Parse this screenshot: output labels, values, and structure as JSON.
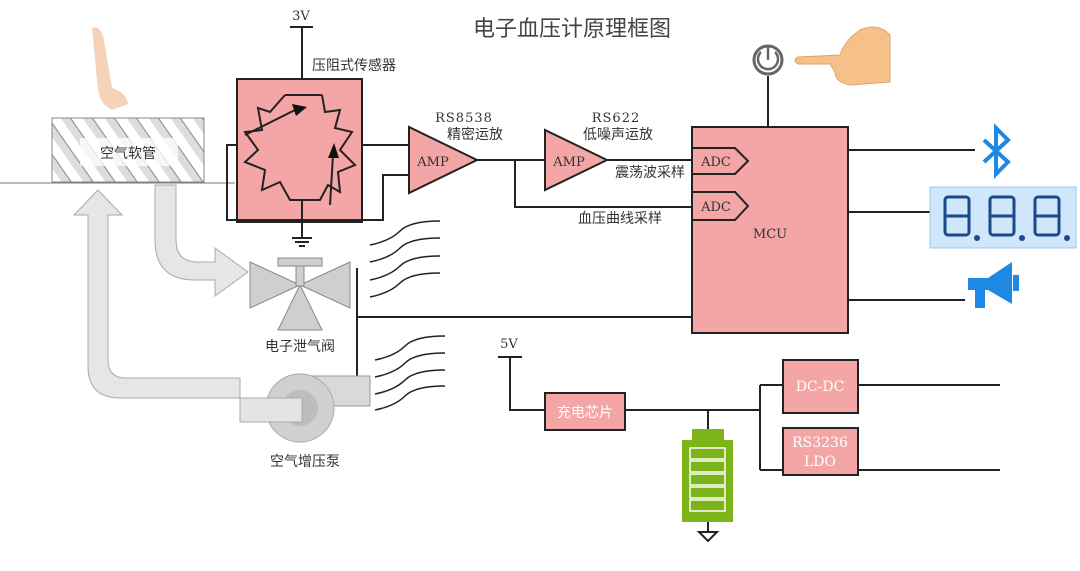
{
  "title": "电子血压计原理框图",
  "labels": {
    "v3": "3V",
    "sensor": "压阻式传感器",
    "amp1_part": "RS8538",
    "amp1_desc": "精密运放",
    "amp2_part": "RS622",
    "amp2_desc": "低噪声运放",
    "amp": "AMP",
    "adc": "ADC",
    "osc_sample": "震荡波采样",
    "curve_sample": "血压曲线采样",
    "mcu": "MCU",
    "hose": "空气软管",
    "valve": "电子泄气阀",
    "pump": "空气增压泵",
    "v5": "5V",
    "charger": "充电芯片",
    "dcdc": "DC-DC",
    "ldo_part": "RS3236",
    "ldo": "LDO"
  },
  "icons": [
    "arm-icon",
    "power-button-icon",
    "pointing-hand-icon",
    "bluetooth-icon",
    "seven-segment-display-icon",
    "megaphone-icon",
    "battery-icon",
    "ground-icon"
  ],
  "colors": {
    "block": "#f4a5a5",
    "bluetooth": "#1e88e5",
    "battery": "#7cb518",
    "display": "#cfe6fb",
    "arrow": "#e2e2e2"
  }
}
